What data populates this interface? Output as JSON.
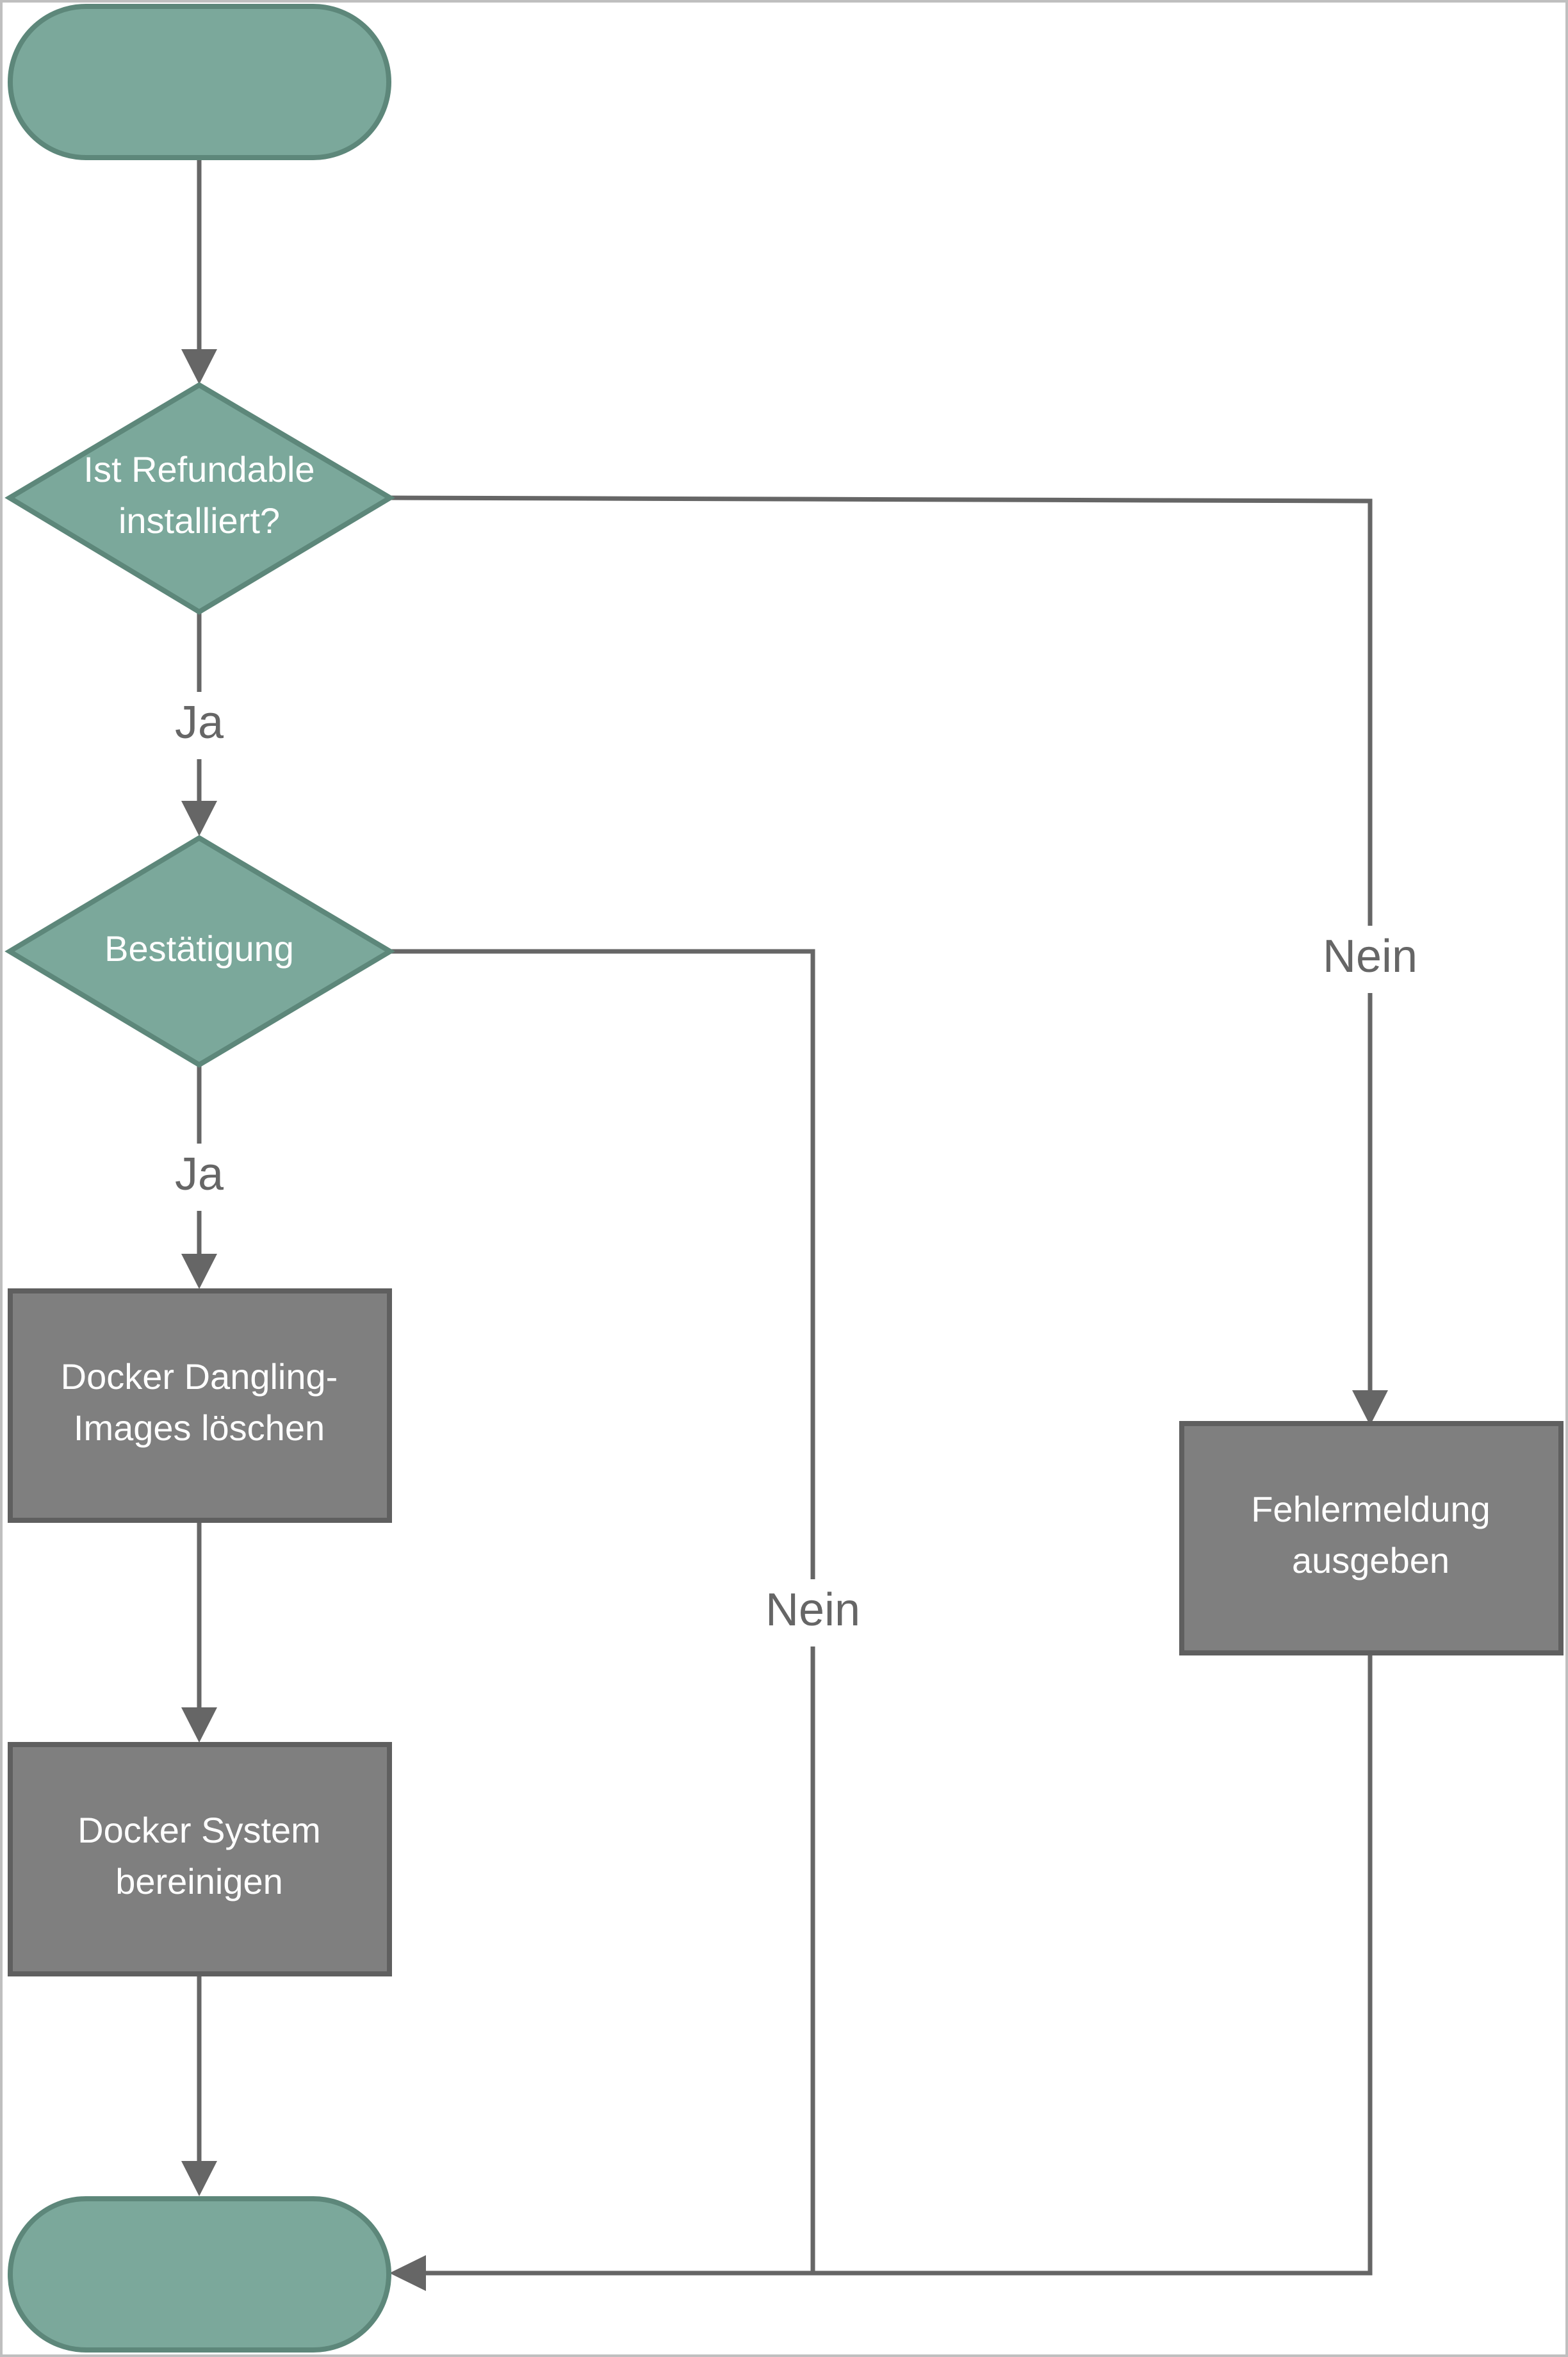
{
  "colors": {
    "terminal_fill": "#7ba89b",
    "terminal_stroke": "#5d877a",
    "process_fill": "#7f7f7f",
    "process_stroke": "#5f5f5f",
    "edge": "#666666",
    "label_text": "#666666",
    "node_text": "#ffffff",
    "frame": "#bfbfbf"
  },
  "nodes": {
    "start": {
      "type": "terminal",
      "text": ""
    },
    "decision_installed": {
      "type": "decision",
      "line1": "Ist Refundable",
      "line2": "installiert?"
    },
    "decision_confirm": {
      "type": "decision",
      "text": "Bestätigung"
    },
    "process_dangling": {
      "type": "process",
      "line1": "Docker Dangling-",
      "line2": "Images löschen"
    },
    "process_prune": {
      "type": "process",
      "line1": "Docker System",
      "line2": "bereinigen"
    },
    "process_error": {
      "type": "process",
      "line1": "Fehlermeldung",
      "line2": "ausgeben"
    },
    "end": {
      "type": "terminal",
      "text": ""
    }
  },
  "edge_labels": {
    "installed_yes": "Ja",
    "confirm_yes": "Ja",
    "installed_no": "Nein",
    "confirm_no": "Nein"
  }
}
